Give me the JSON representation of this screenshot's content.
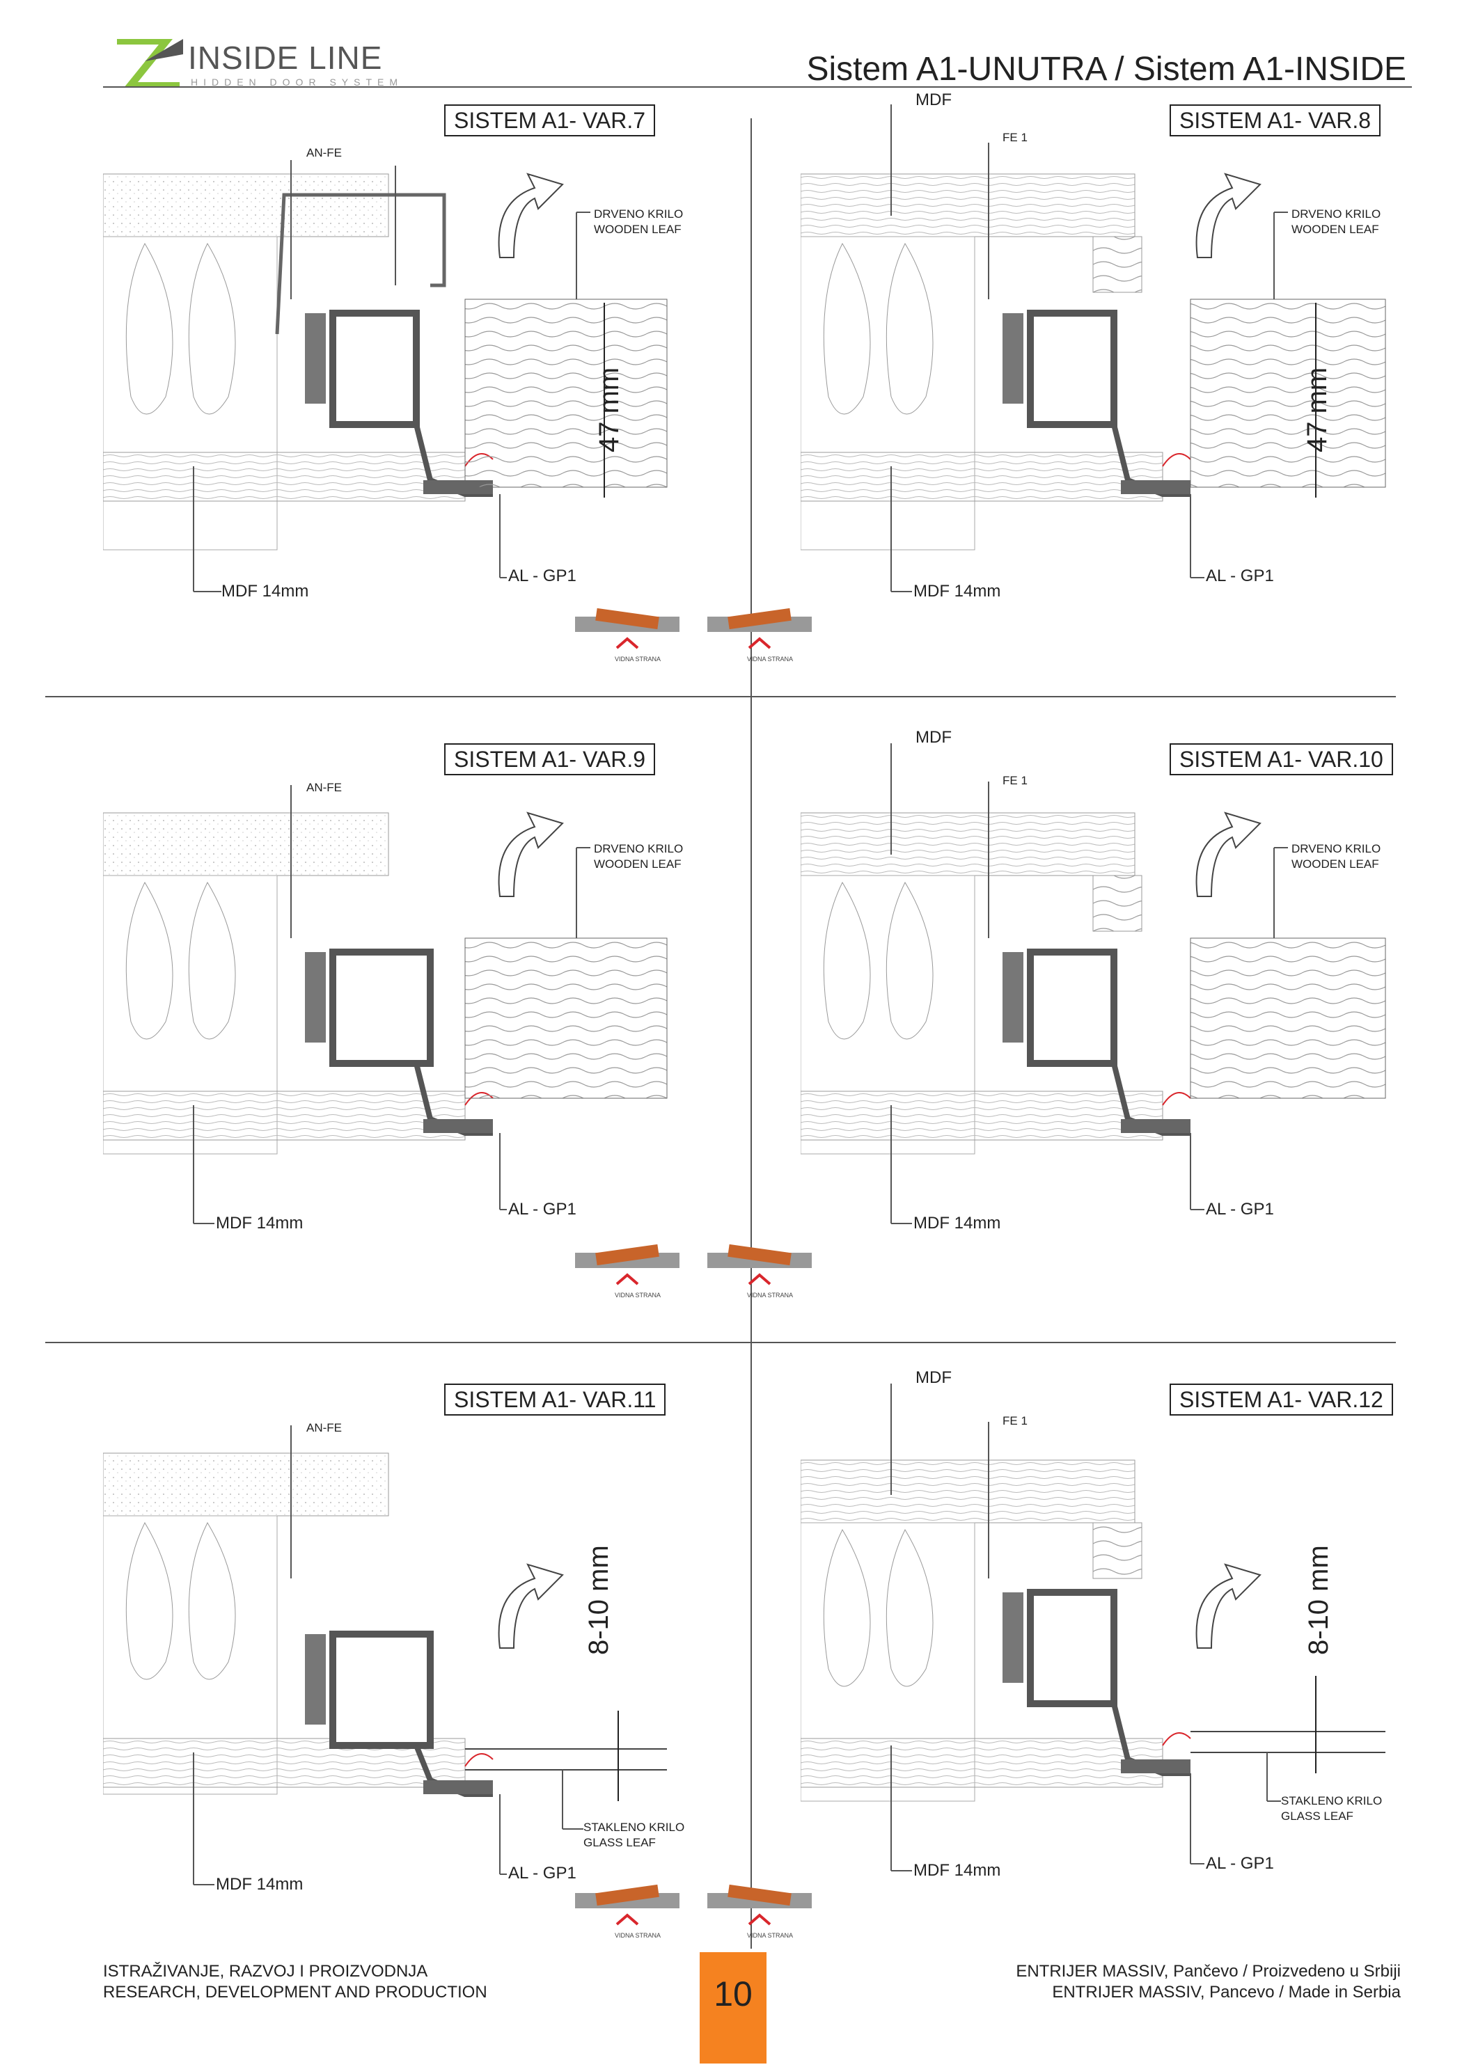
{
  "header": {
    "logo_name": "INSIDE LINE",
    "logo_tagline": "HIDDEN DOOR SYSTEM",
    "doc_title": "Sistem A1-UNUTRA / Sistem A1-INSIDE"
  },
  "colors": {
    "accent_orange": "#f58220",
    "logo_green": "#8cc63f",
    "profile_gray": "#666666",
    "seal_red": "#d9262c",
    "wood_orange": "#c8642a"
  },
  "panels": [
    {
      "var_label": "SISTEM A1- VAR.7",
      "profile_label": "AN-FE",
      "leaf_label_1": "DRVENO KRILO",
      "leaf_label_2": "WOODEN LEAF",
      "dim_label": "47 mm",
      "mdf_label": "MDF 14mm",
      "gp_label": "AL - GP1"
    },
    {
      "var_label": "SISTEM A1- VAR.8",
      "top_label": "MDF",
      "profile_label": "FE 1",
      "leaf_label_1": "DRVENO KRILO",
      "leaf_label_2": "WOODEN LEAF",
      "dim_label": "47 mm",
      "mdf_label": "MDF 14mm",
      "gp_label": "AL - GP1"
    },
    {
      "var_label": "SISTEM A1- VAR.9",
      "profile_label": "AN-FE",
      "leaf_label_1": "DRVENO KRILO",
      "leaf_label_2": "WOODEN LEAF",
      "mdf_label": "MDF 14mm",
      "gp_label": "AL - GP1"
    },
    {
      "var_label": "SISTEM A1- VAR.10",
      "top_label": "MDF",
      "profile_label": "FE 1",
      "leaf_label_1": "DRVENO KRILO",
      "leaf_label_2": "WOODEN LEAF",
      "mdf_label": "MDF 14mm",
      "gp_label": "AL - GP1"
    },
    {
      "var_label": "SISTEM A1- VAR.11",
      "profile_label": "AN-FE",
      "leaf_label_1": "STAKLENO KRILO",
      "leaf_label_2": "GLASS LEAF",
      "dim_label": "8-10 mm",
      "mdf_label": "MDF 14mm",
      "gp_label": "AL - GP1"
    },
    {
      "var_label": "SISTEM A1- VAR.12",
      "top_label": "MDF",
      "profile_label": "FE 1",
      "leaf_label_1": "STAKLENO KRILO",
      "leaf_label_2": "GLASS LEAF",
      "dim_label": "8-10 mm",
      "mdf_label": "MDF 14mm",
      "gp_label": "AL - GP1"
    }
  ],
  "thumbnail_label": "VIDNA STRANA",
  "footer": {
    "left_line1": "ISTRAŽIVANJE, RAZVOJ I PROIZVODNJA",
    "left_line2": "RESEARCH, DEVELOPMENT AND PRODUCTION",
    "page_number": "10",
    "right_line1": "ENTRIJER MASSIV, Pančevo / Proizvedeno u Srbiji",
    "right_line2": "ENTRIJER MASSIV, Pancevo / Made in Serbia"
  }
}
